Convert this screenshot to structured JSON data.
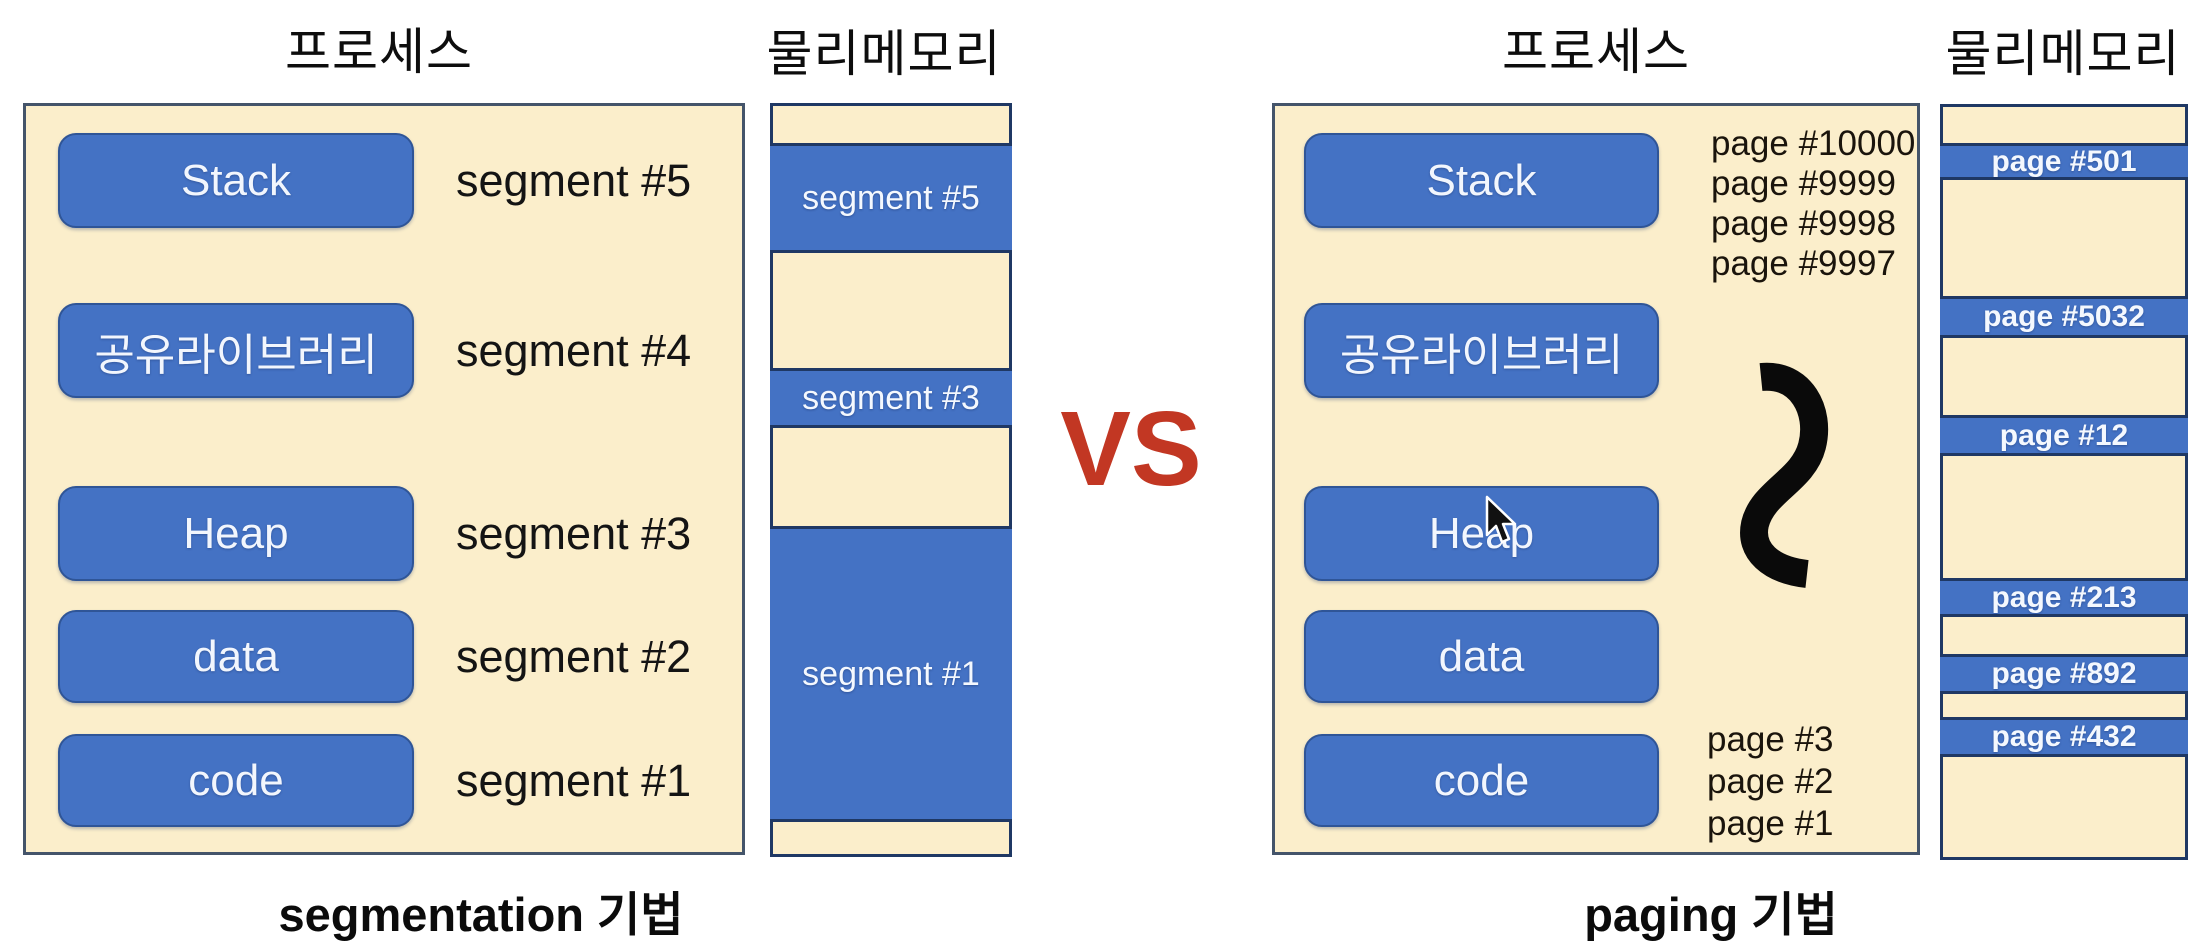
{
  "colors": {
    "block_blue": "#4472C4",
    "panel_beige": "#FBEECB",
    "vs_red": "#C23723",
    "column_border_navy": "#1F3864",
    "panel_border_slate": "#44546A"
  },
  "left": {
    "process_title": "프로세스",
    "memory_title": "물리메모리",
    "caption": "segmentation 기법",
    "blocks": [
      {
        "label": "Stack",
        "segment": "segment #5"
      },
      {
        "label": "공유라이브러리",
        "segment": "segment #4"
      },
      {
        "label": "Heap",
        "segment": "segment #3"
      },
      {
        "label": "data",
        "segment": "segment #2"
      },
      {
        "label": "code",
        "segment": "segment #1"
      }
    ],
    "memory_segments": [
      {
        "label": "segment #5"
      },
      {
        "label": "segment #3"
      },
      {
        "label": "segment #1"
      }
    ]
  },
  "vs": {
    "label": "VS"
  },
  "right": {
    "process_title": "프로세스",
    "memory_title": "물리메모리",
    "caption": "paging 기법",
    "blocks": [
      {
        "label": "Stack"
      },
      {
        "label": "공유라이브러리"
      },
      {
        "label": "Heap"
      },
      {
        "label": "data"
      },
      {
        "label": "code"
      }
    ],
    "stack_pages": [
      {
        "label": "page #10000"
      },
      {
        "label": "page #9999"
      },
      {
        "label": "page #9998"
      },
      {
        "label": "page #9997"
      }
    ],
    "code_pages": [
      {
        "label": "page #3"
      },
      {
        "label": "page #2"
      },
      {
        "label": "page #1"
      }
    ],
    "memory_pages": [
      {
        "label": "page #501"
      },
      {
        "label": "page #5032"
      },
      {
        "label": "page #12"
      },
      {
        "label": "page #213"
      },
      {
        "label": "page #892"
      },
      {
        "label": "page #432"
      }
    ]
  }
}
